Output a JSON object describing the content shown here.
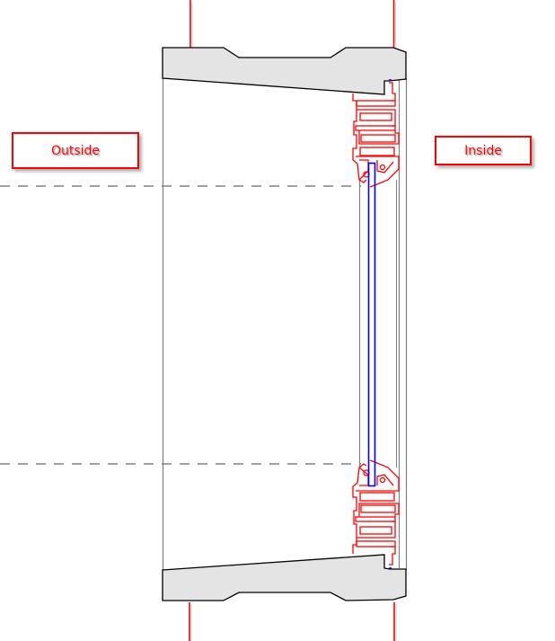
{
  "labels": {
    "outside": "Outside",
    "inside": "Inside"
  },
  "colors": {
    "annotation_red": "#ff0000",
    "glass_blue": "#0000ff",
    "wall_fill": "#e4e4e4",
    "outline_black": "#000000",
    "line_gray": "#808080",
    "dash_gray": "#808080"
  },
  "drawing": {
    "type": "window-section-detail",
    "dashed_reference_lines": 2,
    "wall_slabs": [
      "head",
      "sill"
    ],
    "frame_profiles": [
      "head-frame",
      "sill-frame"
    ],
    "glazing": "double-line glass pane"
  }
}
